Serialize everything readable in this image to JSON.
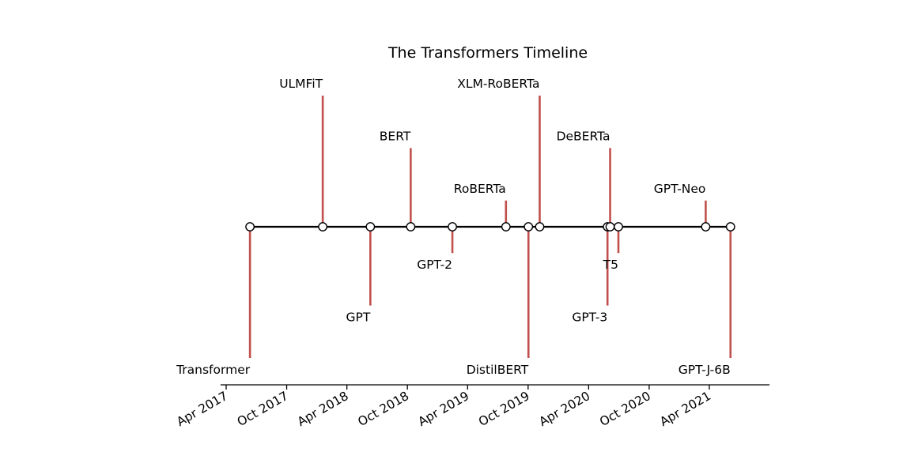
{
  "chart_data": {
    "type": "timeline",
    "title": "The Transformers Timeline",
    "colors": {
      "stem": "#c0504d",
      "timeline": "#000000",
      "marker_face": "#ffffff",
      "marker_edge": "#000000",
      "text": "#000000"
    },
    "x_range": [
      "2017-03-15",
      "2021-09-30"
    ],
    "ticks": [
      {
        "date": "2017-04-01",
        "label": "Apr 2017"
      },
      {
        "date": "2017-10-01",
        "label": "Oct 2017"
      },
      {
        "date": "2018-04-01",
        "label": "Apr 2018"
      },
      {
        "date": "2018-10-01",
        "label": "Oct 2018"
      },
      {
        "date": "2019-04-01",
        "label": "Apr 2019"
      },
      {
        "date": "2019-10-01",
        "label": "Oct 2019"
      },
      {
        "date": "2020-04-01",
        "label": "Apr 2020"
      },
      {
        "date": "2020-10-01",
        "label": "Oct 2020"
      },
      {
        "date": "2021-04-01",
        "label": "Apr 2021"
      }
    ],
    "events": [
      {
        "name": "Transformer",
        "date": "2017-06-12",
        "level": -1.0
      },
      {
        "name": "ULMFiT",
        "date": "2018-01-18",
        "level": 1.0
      },
      {
        "name": "GPT",
        "date": "2018-06-11",
        "level": -0.6
      },
      {
        "name": "BERT",
        "date": "2018-10-11",
        "level": 0.6
      },
      {
        "name": "GPT-2",
        "date": "2019-02-14",
        "level": -0.2
      },
      {
        "name": "RoBERTa",
        "date": "2019-07-26",
        "level": 0.2
      },
      {
        "name": "DistilBERT",
        "date": "2019-10-02",
        "level": -1.0
      },
      {
        "name": "XLM-RoBERTa",
        "date": "2019-11-05",
        "level": 1.0
      },
      {
        "name": "GPT-3",
        "date": "2020-05-28",
        "level": -0.6
      },
      {
        "name": "DeBERTa",
        "date": "2020-06-05",
        "level": 0.6
      },
      {
        "name": "T5",
        "date": "2020-06-30",
        "level": -0.2
      },
      {
        "name": "GPT-Neo",
        "date": "2021-03-21",
        "level": 0.2
      },
      {
        "name": "GPT-J-6B",
        "date": "2021-06-04",
        "level": -1.0
      }
    ]
  }
}
